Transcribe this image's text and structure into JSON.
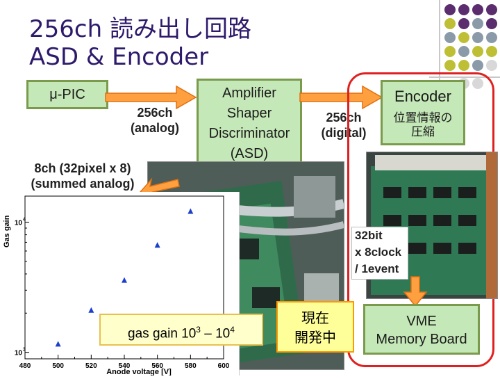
{
  "title": {
    "line1": "256ch 読み出し回路",
    "line2": "ASD & Encoder"
  },
  "blocks": {
    "upic": "μ-PIC",
    "asd": [
      "Amplifier",
      "Shaper",
      "Discriminator",
      "(ASD)"
    ],
    "encoder": "Encoder",
    "encoder_sub": [
      "位置情報の",
      "圧縮"
    ],
    "vme": [
      "VME",
      "Memory Board"
    ],
    "dev": [
      "現在",
      "開発中"
    ]
  },
  "labels": {
    "analog": [
      "256ch",
      "(analog)"
    ],
    "digital": [
      "256ch",
      "(digital)"
    ],
    "summed": [
      "8ch (32pixel x 8)",
      "(summed analog)"
    ],
    "bits": [
      "32bit",
      "x 8clock",
      "/ 1event"
    ]
  },
  "gain_box": {
    "text": "gas gain 10",
    "exp1": "3",
    "dash": " – 10",
    "exp2": "4"
  },
  "colors": {
    "title": "#2e1a6b",
    "green_fill": "#c5e8b8",
    "green_border": "#7a9a4c",
    "yellow_fill": "#ffff99",
    "orange": "#ff9900",
    "red_frame": "#e02020",
    "blue_marker": "#1a3fcf"
  },
  "chart_data": {
    "type": "scatter",
    "xlabel": "Anode voltage [V]",
    "ylabel": "Gas gain",
    "x_ticks": [
      "480",
      "500",
      "520",
      "540",
      "560",
      "580",
      "600"
    ],
    "y_ticks": [
      {
        "base": "10",
        "exp": "4"
      },
      {
        "base": "10",
        "exp": "3"
      }
    ],
    "xlim": [
      480,
      600
    ],
    "log_y": true,
    "ylim_log": [
      2.95,
      4.2
    ],
    "points": [
      {
        "x": 500,
        "y_log": 3.06
      },
      {
        "x": 520,
        "y_log": 3.32
      },
      {
        "x": 540,
        "y_log": 3.55
      },
      {
        "x": 560,
        "y_log": 3.82
      },
      {
        "x": 580,
        "y_log": 4.08
      }
    ]
  }
}
